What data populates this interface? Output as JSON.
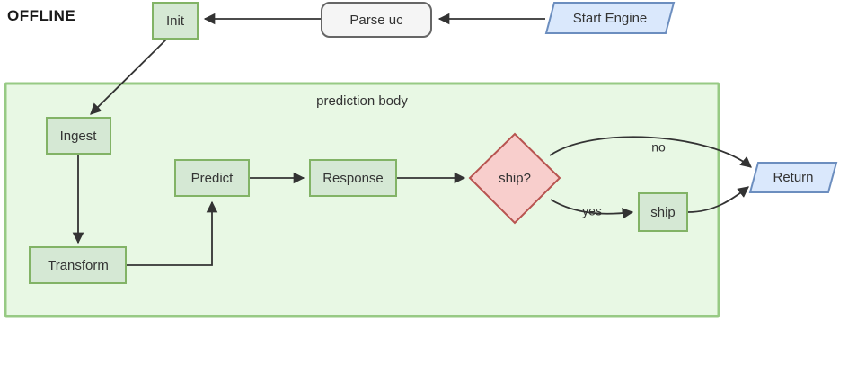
{
  "diagram": {
    "title": "OFFLINE",
    "subgraph": {
      "label": "prediction body",
      "fill": "#e8f8e4",
      "stroke": "#97ca84"
    },
    "palette": {
      "process_fill": "#d5e8d4",
      "process_stroke": "#82b366",
      "terminal_fill": "#f5f5f5",
      "terminal_stroke": "#666666",
      "io_fill": "#dae8fc",
      "io_stroke": "#6c8ebf",
      "decision_fill": "#f8cecc",
      "decision_stroke": "#b85450",
      "edge_color": "#333333"
    },
    "nodes": [
      {
        "id": "init",
        "label": "Init",
        "shape": "rect"
      },
      {
        "id": "parse_uc",
        "label": "Parse uc",
        "shape": "rounded-rect"
      },
      {
        "id": "start_engine",
        "label": "Start Engine",
        "shape": "parallelogram"
      },
      {
        "id": "ingest",
        "label": "Ingest",
        "shape": "rect"
      },
      {
        "id": "transform",
        "label": "Transform",
        "shape": "rect"
      },
      {
        "id": "predict",
        "label": "Predict",
        "shape": "rect"
      },
      {
        "id": "response",
        "label": "Response",
        "shape": "rect"
      },
      {
        "id": "ship_q",
        "label": "ship?",
        "shape": "diamond"
      },
      {
        "id": "ship",
        "label": "ship",
        "shape": "rect"
      },
      {
        "id": "return",
        "label": "Return",
        "shape": "parallelogram"
      }
    ],
    "edges": [
      {
        "from": "start_engine",
        "to": "parse_uc",
        "label": ""
      },
      {
        "from": "parse_uc",
        "to": "init",
        "label": ""
      },
      {
        "from": "init",
        "to": "ingest",
        "label": ""
      },
      {
        "from": "ingest",
        "to": "transform",
        "label": ""
      },
      {
        "from": "transform",
        "to": "predict",
        "label": ""
      },
      {
        "from": "predict",
        "to": "response",
        "label": ""
      },
      {
        "from": "response",
        "to": "ship_q",
        "label": ""
      },
      {
        "from": "ship_q",
        "to": "return",
        "label": "no"
      },
      {
        "from": "ship_q",
        "to": "ship",
        "label": "yes"
      },
      {
        "from": "ship",
        "to": "return",
        "label": ""
      }
    ],
    "edge_labels": {
      "no": "no",
      "yes": "yes"
    }
  }
}
